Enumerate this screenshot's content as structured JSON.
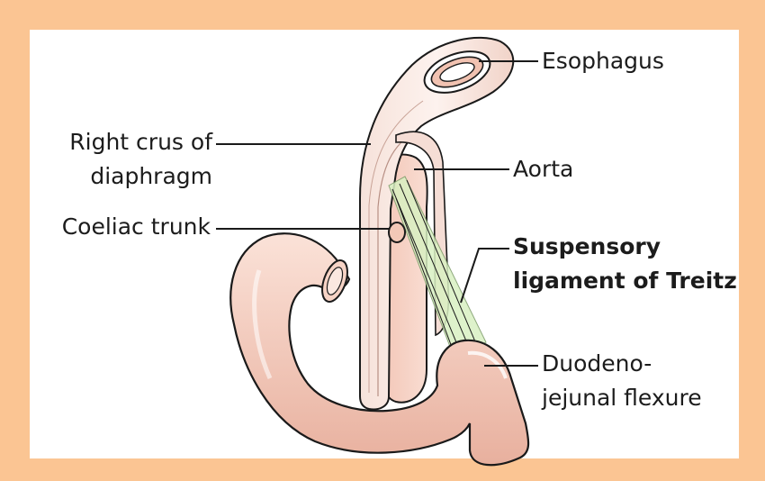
{
  "labels": {
    "esophagus": "Esophagus",
    "right_crus_line1": "Right crus of",
    "right_crus_line2": "diaphragm",
    "aorta": "Aorta",
    "coeliac_trunk": "Coeliac trunk",
    "suspensory_line1": "Suspensory",
    "suspensory_line2": "ligament of Treitz",
    "dj_line1": "Duodeno-",
    "dj_line2": "jejunal flexure"
  },
  "colors": {
    "frame": "#fbc593",
    "panel": "#ffffff",
    "tissue": "#f6d3c5",
    "tissue_dark": "#e9b2a0",
    "crus": "#f8e6e0",
    "ligament": "#d8efc0",
    "outline": "#1a1a1a"
  }
}
